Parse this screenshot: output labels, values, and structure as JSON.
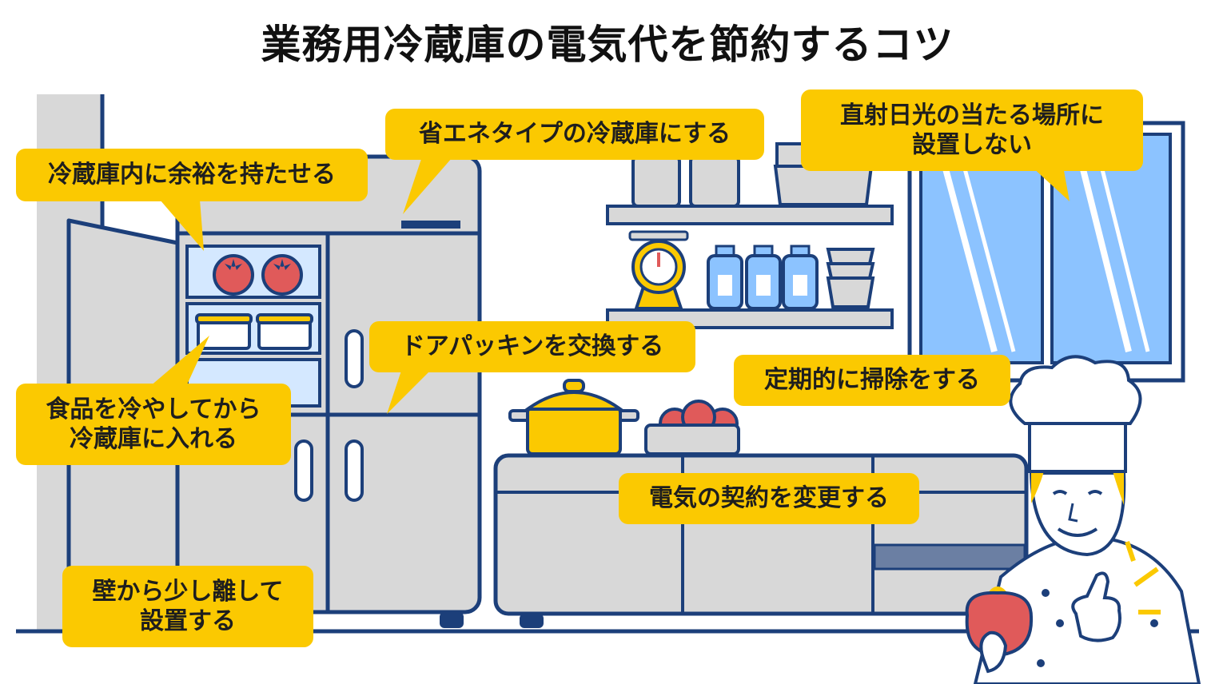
{
  "title": "業務用冷蔵庫の電気代を節約するコツ",
  "colors": {
    "navy": "#1c3f7a",
    "yellow": "#fbc901",
    "gray": "#d8d8d8",
    "window_blue": "#8cc3ff",
    "tomato": "#e05a5a"
  },
  "callouts": {
    "space": "冷蔵庫内に余裕を持たせる",
    "energy_saving": "省エネタイプの冷蔵庫にする",
    "sunlight_line1": "直射日光の当たる場所に",
    "sunlight_line2": "設置しない",
    "gasket": "ドアパッキンを交換する",
    "cleaning": "定期的に掃除をする",
    "cool_food_line1": "食品を冷やしてから",
    "cool_food_line2": "冷蔵庫に入れる",
    "contract": "電気の契約を変更する",
    "wall_line1": "壁から少し離して",
    "wall_line2": "設置する"
  }
}
